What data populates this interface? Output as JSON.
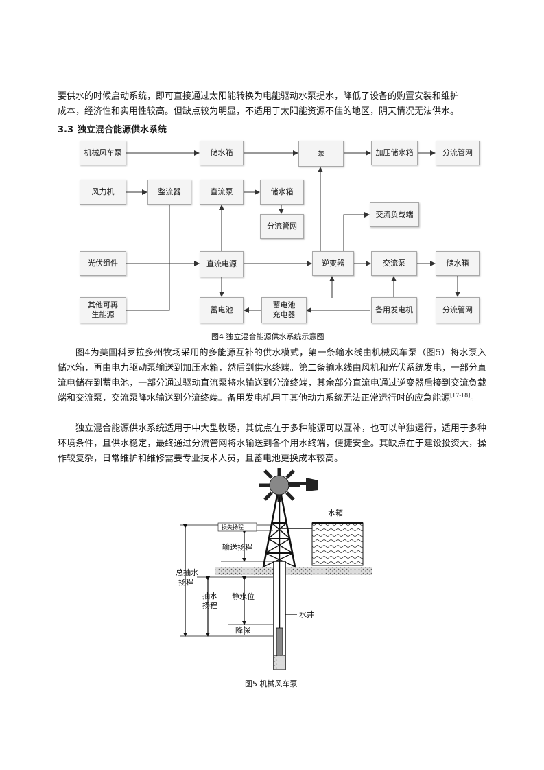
{
  "intro": {
    "lines": [
      "要供水的时候启动系统，即可直接通过太阳能转换为电能驱动水泵提水，降低了设备的购置安装和维护",
      "成本，经济性和实用性较高。但缺点较为明显，不适用于太阳能资源不佳的地区，阴天情况无法供水。"
    ]
  },
  "section": {
    "number": "3.3",
    "title": "独立混合能源供水系统"
  },
  "fig4": {
    "boxes": {
      "mech_pump": "机械风车泵",
      "storage_top": "储水箱",
      "pump": "泵",
      "pressure_tank": "加压储水箱",
      "pipe_top": "分流管网",
      "wind": "风力机",
      "rectifier": "整流器",
      "dc_pump": "直流泵",
      "storage_mid": "储水箱",
      "pipe_mid": "分流管网",
      "ac_load": "交流负载端",
      "pv": "光伏组件",
      "dc_power": "直流电源",
      "inverter": "逆变器",
      "ac_pump": "交流泵",
      "storage_right": "储水箱",
      "other_renewable": "其他可再生能源",
      "battery": "蓄电池",
      "charger_line1": "蓄电池",
      "charger_line2": "充电器",
      "backup_gen": "备用发电机",
      "pipe_right": "分流管网"
    },
    "caption": "图4  独立混合能源供水系统示意图"
  },
  "para1": {
    "text": "图4为美国科罗拉多州牧场采用的多能源互补的供水模式，第一条输水线由机械风车泵（图5）将水泵入储水箱，再由电力驱动泵输送到加压水箱，然后到供水终端。第二条输水线由风机和光伏系统发电，一部分直流电储存到蓄电池，一部分通过驱动直流泵将水输送到分流终端，其余部分直流电通过逆变器后接到交流负载端和交流泵，交流泵降水输送到分流终端。备用发电机用于其他动力系统无法正常运行时的应急能源",
    "ref": "[17-18]",
    "end": "。"
  },
  "para2": {
    "text": "独立混合能源供水系统适用于中大型牧场，其优点在于多种能源可以互补，也可以单独运行，适用于多种环境条件，且供水稳定，最终通过分流管网将水输送到各个用水终端，便捷安全。其缺点在于建设投资大，操作较复杂，日常维护和维修需要专业技术人员，且蓄电池更换成本较高。"
  },
  "fig5": {
    "labels": {
      "tank": "水箱",
      "loss_head": "损失扬程",
      "delivery_head": "输送扬程",
      "total_head_1": "总抽水",
      "total_head_2": "扬程",
      "pump_head_1": "抽水",
      "pump_head_2": "扬程",
      "static_level": "静水位",
      "well": "水井",
      "drawdown": "降深"
    },
    "caption": "图5  机械风车泵"
  }
}
